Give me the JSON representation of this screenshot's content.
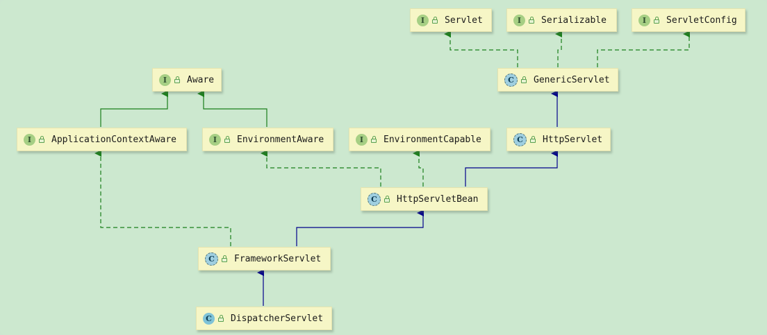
{
  "nodes": {
    "servlet": {
      "name": "Servlet",
      "kind": "I",
      "icon": "interface-icon"
    },
    "serializable": {
      "name": "Serializable",
      "kind": "I",
      "icon": "interface-icon"
    },
    "servlet_config": {
      "name": "ServletConfig",
      "kind": "I",
      "icon": "interface-icon"
    },
    "aware": {
      "name": "Aware",
      "kind": "I",
      "icon": "interface-icon"
    },
    "generic_servlet": {
      "name": "GenericServlet",
      "kind": "C",
      "icon": "abstract-class-icon"
    },
    "application_context_aware": {
      "name": "ApplicationContextAware",
      "kind": "I",
      "icon": "interface-icon"
    },
    "environment_aware": {
      "name": "EnvironmentAware",
      "kind": "I",
      "icon": "interface-icon"
    },
    "environment_capable": {
      "name": "EnvironmentCapable",
      "kind": "I",
      "icon": "interface-icon"
    },
    "http_servlet": {
      "name": "HttpServlet",
      "kind": "C",
      "icon": "abstract-class-icon"
    },
    "http_servlet_bean": {
      "name": "HttpServletBean",
      "kind": "C",
      "icon": "abstract-class-icon"
    },
    "framework_servlet": {
      "name": "FrameworkServlet",
      "kind": "C",
      "icon": "abstract-class-icon"
    },
    "dispatcher_servlet": {
      "name": "DispatcherServlet",
      "kind": "C",
      "icon": "class-icon"
    }
  },
  "colors": {
    "background": "#cce8cf",
    "node_fill": "#f6f6c6",
    "implements_edge": "#1a7f1a",
    "extends_edge": "#00008b"
  },
  "edges": [
    {
      "from": "generic_servlet",
      "to": "servlet",
      "type": "implements"
    },
    {
      "from": "generic_servlet",
      "to": "serializable",
      "type": "implements"
    },
    {
      "from": "generic_servlet",
      "to": "servlet_config",
      "type": "implements"
    },
    {
      "from": "application_context_aware",
      "to": "aware",
      "type": "extends"
    },
    {
      "from": "environment_aware",
      "to": "aware",
      "type": "extends"
    },
    {
      "from": "http_servlet",
      "to": "generic_servlet",
      "type": "extends"
    },
    {
      "from": "http_servlet_bean",
      "to": "environment_aware",
      "type": "implements"
    },
    {
      "from": "http_servlet_bean",
      "to": "environment_capable",
      "type": "implements"
    },
    {
      "from": "http_servlet_bean",
      "to": "http_servlet",
      "type": "extends"
    },
    {
      "from": "framework_servlet",
      "to": "application_context_aware",
      "type": "implements"
    },
    {
      "from": "framework_servlet",
      "to": "http_servlet_bean",
      "type": "extends"
    },
    {
      "from": "dispatcher_servlet",
      "to": "framework_servlet",
      "type": "extends"
    }
  ]
}
